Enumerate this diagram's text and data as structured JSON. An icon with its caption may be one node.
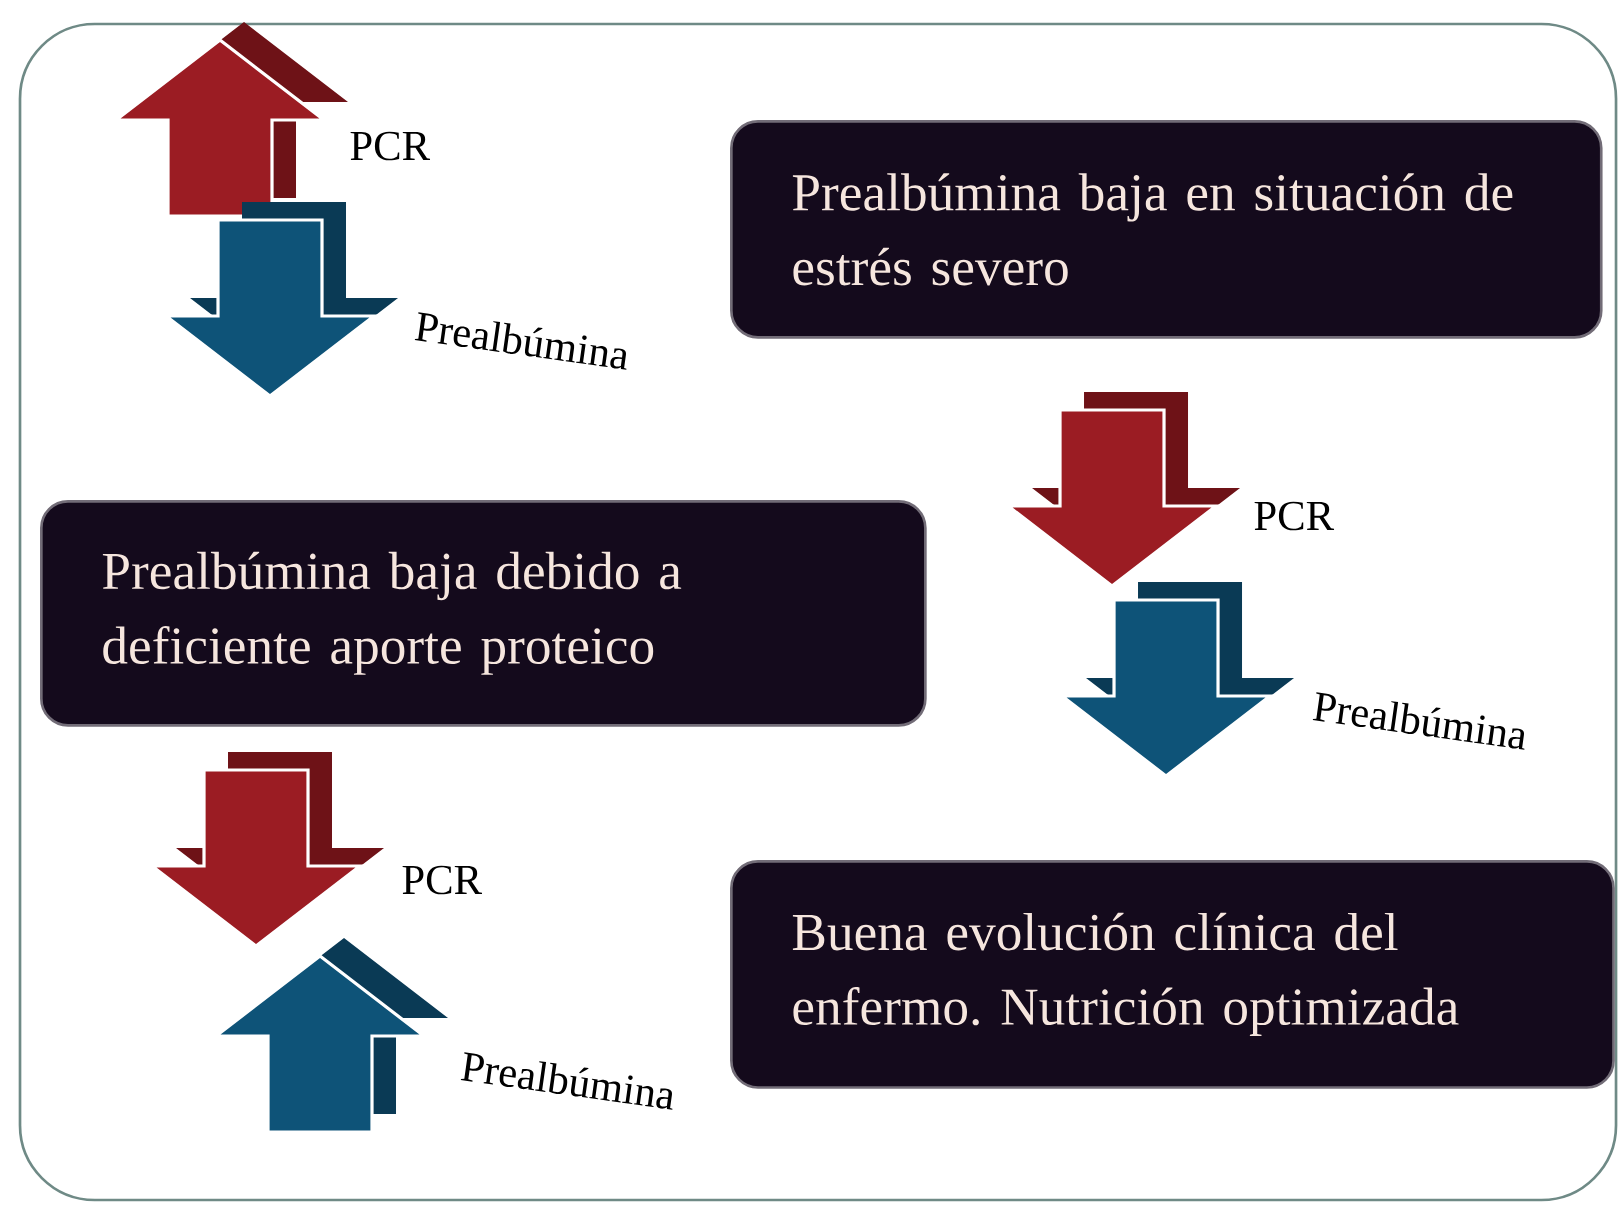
{
  "diagram": {
    "nodes": [
      {
        "text": [
          "Prealbúmina baja en situación de estrés severo"
        ]
      },
      {
        "text": [
          "Prealbúmina baja debido a deficiente aporte proteico"
        ]
      },
      {
        "text": [
          "Buena evolución clínica del enfermo. Nutrición optimizada"
        ]
      }
    ],
    "labels": [
      "PCR",
      "Prealbúmina",
      "PCR",
      "Prealbúmina",
      "PCR",
      "Prealbúmina"
    ]
  }
}
